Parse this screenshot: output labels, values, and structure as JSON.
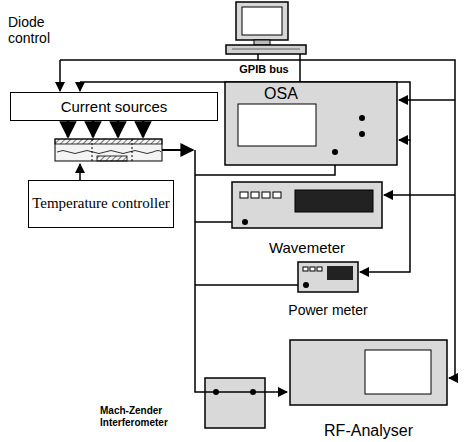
{
  "diagram": {
    "nodes": [
      {
        "text": [
          "Current sources"
        ]
      },
      {
        "text": [
          "OSA"
        ]
      },
      {
        "text": [
          "Temperature controller"
        ]
      },
      {
        "text": [
          "Wavemeter"
        ]
      },
      {
        "text": [
          "Power meter"
        ]
      },
      {
        "text": [
          "Mach-Zender Interferometer"
        ]
      },
      {
        "text": [
          "RF-Analyser"
        ]
      }
    ],
    "edges": [
      {
        "from": 5,
        "to": 6,
        "arrow": "to"
      }
    ],
    "labels": [
      "Diode control",
      "GPIB bus"
    ]
  }
}
